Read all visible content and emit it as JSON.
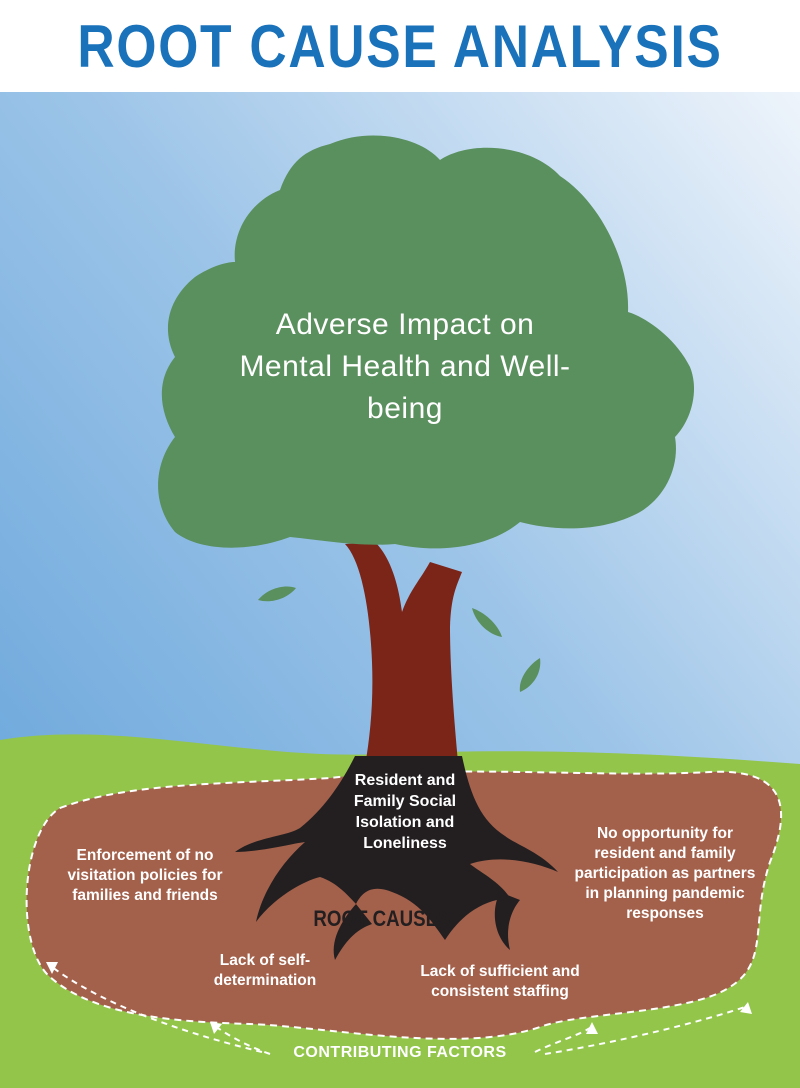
{
  "title": "ROOT CAUSE ANALYSIS",
  "canopy_text": "Adverse Impact on Mental Health and Well-being",
  "trunk_text": "Resident and Family Social Isolation and Loneliness",
  "root_causes_label": "ROOT CAUSES",
  "factors": {
    "left": "Enforcement of no visitation policies for families and friends",
    "right": "No opportunity for resident and family participation as partners in planning pandemic responses",
    "bottom_left": "Lack of self-determination",
    "bottom_right": "Lack of sufficient and consistent staffing"
  },
  "contributing_factors_label": "CONTRIBUTING FACTORS",
  "colors": {
    "title": "#1a72bb",
    "sky_top": "#e8f1fa",
    "sky_bottom": "#6fa8dc",
    "canopy": "#5a8f5e",
    "trunk": "#7b2418",
    "grass": "#92c54a",
    "soil": "#a3614c",
    "roots": "#231f20"
  }
}
